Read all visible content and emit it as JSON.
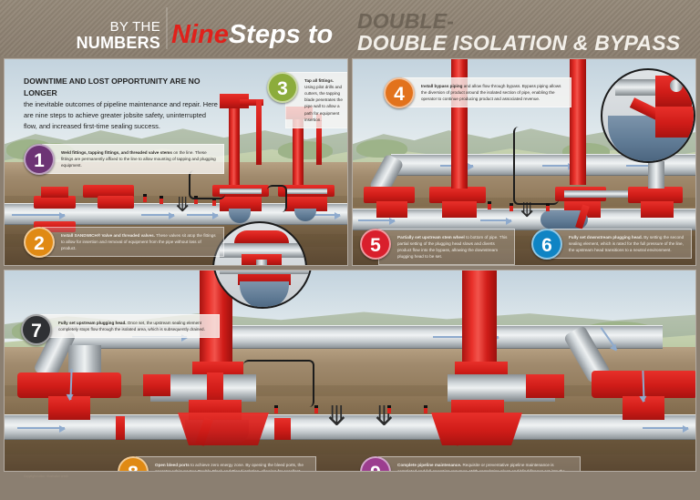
{
  "header": {
    "kicker_line1": "BY THE",
    "kicker_line2": "NUMBERS",
    "title_nine": "Nine",
    "title_steps": "Steps",
    "title_to": "to",
    "subtitle_line1": "DOUBLE-",
    "subtitle_line2": "DOUBLE ISOLATION & BYPASS"
  },
  "intro": {
    "headline": "DOWNTIME AND LOST OPPORTUNITY ARE NO LONGER",
    "body": " the inevitable outcomes of pipeline maintenance and repair. Here are nine steps to achieve greater jobsite safety, uninterrupted flow, and increased first-time sealing success."
  },
  "steps": [
    {
      "number": "1",
      "color": "#6d3475",
      "lead": "Weld fittings, tapping fittings, and threaded valve stems",
      "body": " on the line. These fittings are permanently affixed to the line to allow mounting of tapping and plugging equipment."
    },
    {
      "number": "2",
      "color": "#e08a14",
      "lead": "Install SANDWICH® Valve and threaded valves.",
      "body": " These valves sit atop the fittings to allow for insertion and removal of equipment from the pipe without loss of product."
    },
    {
      "number": "3",
      "color": "#8cac3c",
      "lead": "Tap all fittings.",
      "body": " Using pilot drills and cutters, the tapping blade penetrates the pipe wall to allow a path for equipment insertion."
    },
    {
      "number": "4",
      "color": "#e2721c",
      "lead": "Install bypass piping",
      "body": " and allow flow through bypass. Bypass piping allows the diversion of product around the isolated section of pipe, enabling the operator to continue producing product and associated revenue."
    },
    {
      "number": "5",
      "color": "#d91f2c",
      "lead": "Partially set upstream stem wheel",
      "body": " to bottom of pipe. This partial setting of the plugging head slows and diverts product flow into the bypass, allowing the downstream plugging head to be set."
    },
    {
      "number": "6",
      "color": "#0f84c4",
      "lead": "Fully set downstream plugging head.",
      "body": " By setting the second sealing element, which is rated for the full pressure of the line, the upstream head transitions to a neutral environment."
    },
    {
      "number": "7",
      "color": "#2f3134",
      "lead": "Fully set upstream plugging head.",
      "body": " Once set, the upstream sealing element completely stops flow through the isolated area, which is subsequently drained."
    },
    {
      "number": "8",
      "color": "#e08a14",
      "lead": "Open bleed ports",
      "body": " to achieve zero energy zone. By opening the bleed ports, the operator achieves true Double Block and Bleed isolation, allowing for excellent sealing and zero product leakage in the isolated area."
    },
    {
      "number": "9",
      "color": "#9c3d8f",
      "lead": "Complete pipeline maintenance.",
      "body": " Requisite or preventative pipeline maintenance is completed and full operation resumes. With completion plugs and blind flanges set into the fittings, the bypass is disassembled and all temporary equipment is removed."
    }
  ],
  "credit": "Copyright notice / illustration credit",
  "colors": {
    "brand_red": "#d8241e",
    "header_tan": "#8b7f71",
    "sky": "#d2dfe6",
    "soil": "#8d7657"
  }
}
